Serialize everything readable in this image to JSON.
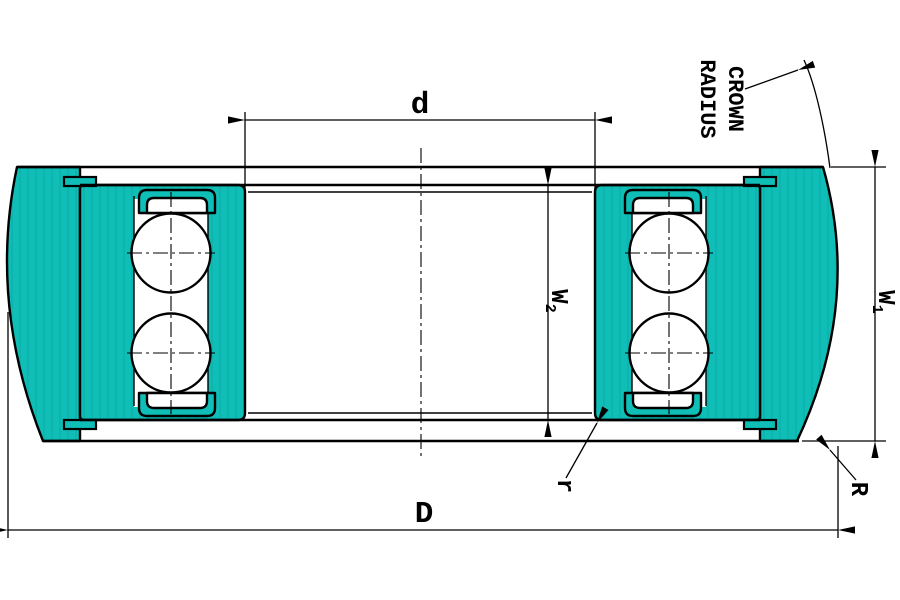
{
  "drawing": {
    "labels": {
      "bore_diameter": "d",
      "outer_diameter": "D",
      "outer_width": {
        "base": "W",
        "sub": "1"
      },
      "inner_width": {
        "base": "W",
        "sub": "2"
      },
      "outer_corner_radius": "R",
      "bore_corner_radius": "r",
      "crown_line1": "CROWN",
      "crown_line2": "RADIUS"
    },
    "colors": {
      "ring_fill": "#0fbeb6",
      "outline": "#000000",
      "background": "#ffffff"
    }
  }
}
